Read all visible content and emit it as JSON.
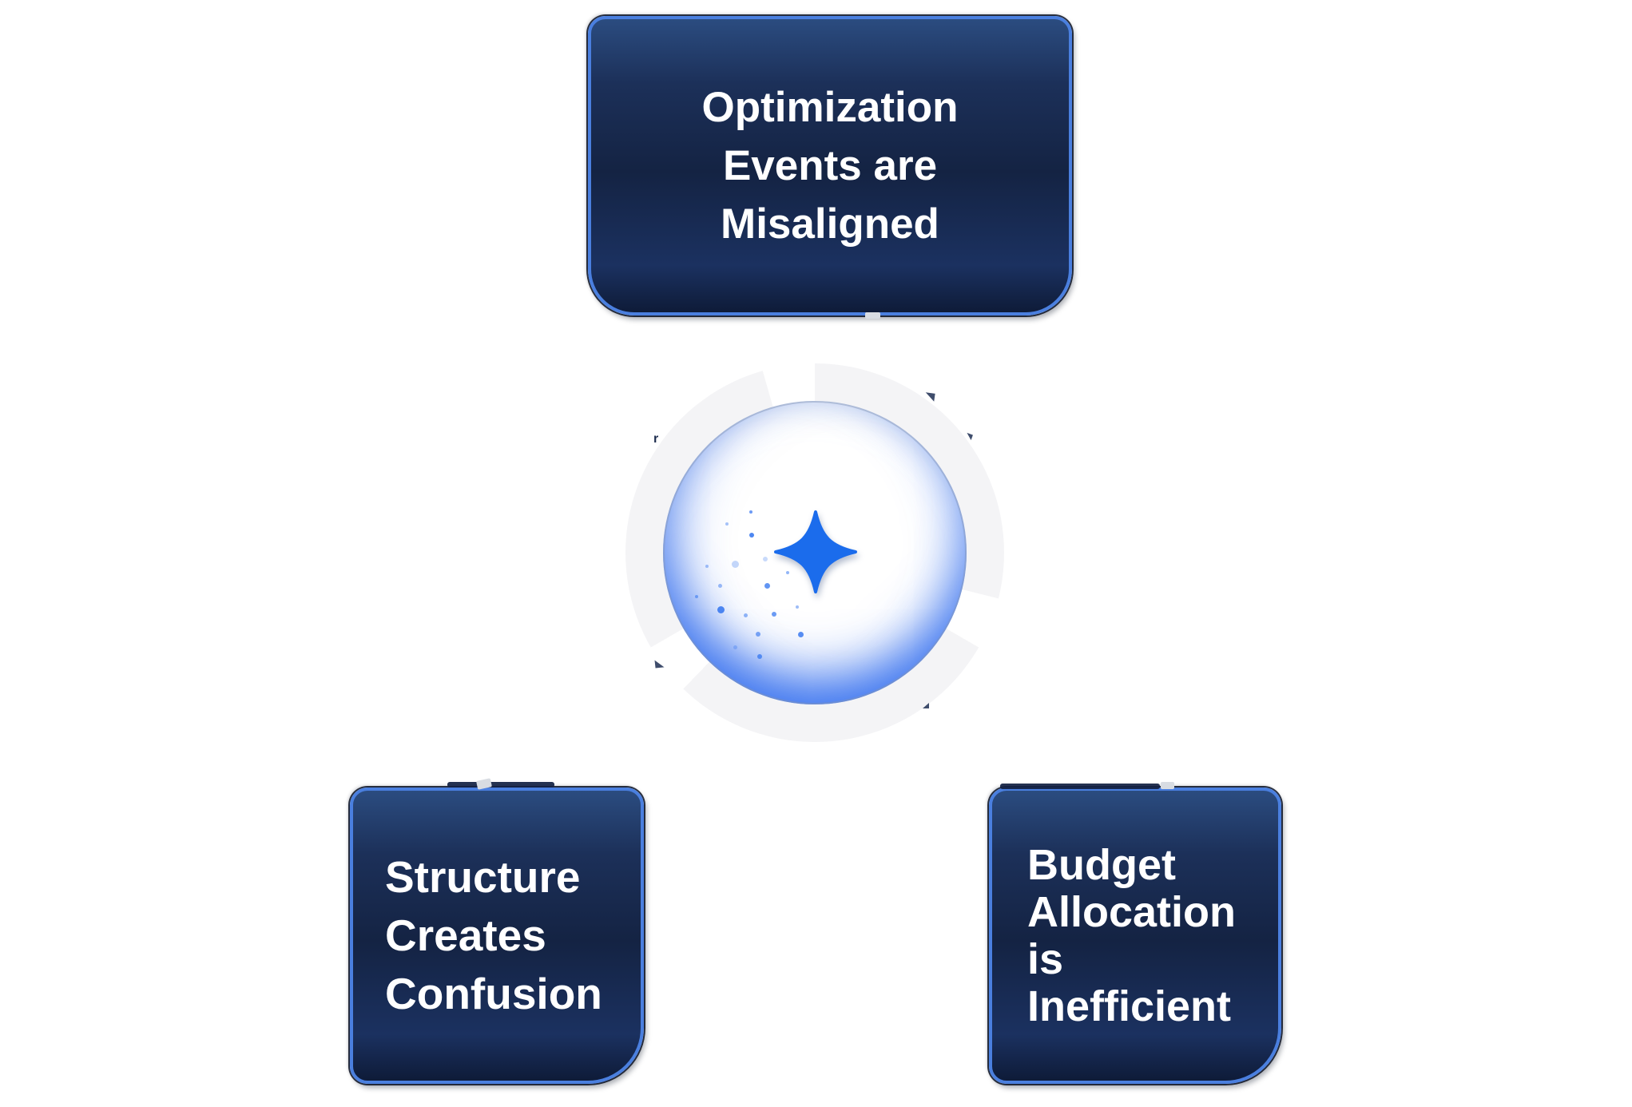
{
  "canvas": {
    "background": "#FFFFFF"
  },
  "colors": {
    "card_border": "#4A7FDF",
    "card_fill_top": "#2B4C80",
    "card_fill_mid": "#142343",
    "card_fill_bottom": "#0E1B38",
    "text": "#FFFFFF",
    "star_blue": "#1B6CEC",
    "ring_gray": "#F4F4F6",
    "glow_blue": "#2B68EE",
    "particle_blue": "#3B7AF0"
  },
  "cards": {
    "top": {
      "lines": [
        "Optimization",
        "Events are",
        "Misaligned"
      ]
    },
    "bottom_left": {
      "lines": [
        "Structure",
        "Creates",
        "Confusion"
      ]
    },
    "bottom_right": {
      "lines": [
        "Budget",
        "Allocation",
        "is",
        "Inefficient"
      ]
    }
  },
  "center_icon": {
    "name": "ai-sparkle-icon"
  },
  "particles": [
    [
      940,
      641,
      4,
      0.75
    ],
    [
      910,
      656,
      4,
      0.45
    ],
    [
      941,
      670,
      6,
      0.9
    ],
    [
      920,
      706,
      9,
      0.3
    ],
    [
      885,
      709,
      4,
      0.45
    ],
    [
      958,
      700,
      6,
      0.28
    ],
    [
      986,
      717,
      4,
      0.55
    ],
    [
      901,
      733,
      5,
      0.5
    ],
    [
      960,
      733,
      7,
      0.8
    ],
    [
      872,
      747,
      4,
      0.6
    ],
    [
      902,
      763,
      9,
      0.9
    ],
    [
      933,
      770,
      5,
      0.55
    ],
    [
      969,
      769,
      6,
      0.75
    ],
    [
      998,
      760,
      4,
      0.5
    ],
    [
      949,
      794,
      6,
      0.65
    ],
    [
      1002,
      794,
      7,
      0.85
    ],
    [
      920,
      810,
      5,
      0.35
    ],
    [
      951,
      822,
      6,
      0.8
    ]
  ],
  "artifacts": {
    "stray_glyph": "r"
  }
}
